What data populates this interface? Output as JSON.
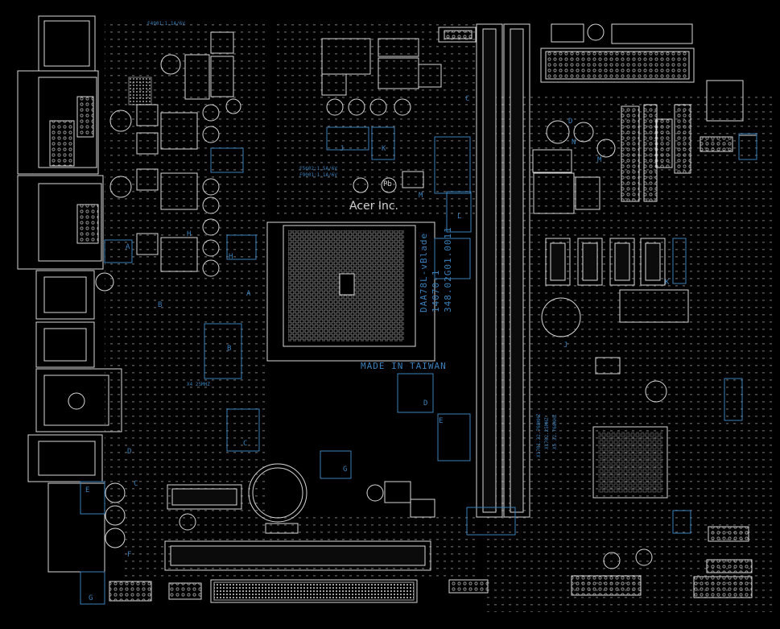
{
  "labels": {
    "fuse_top": "F4901:1.1A/6V",
    "fuse_mid_1": "F5602:1.5A/6V",
    "fuse_mid_2": "F9001:1.1A/6V",
    "brand": "Acer Inc.",
    "board_line1": "DAA78L-vBlade",
    "board_line2": "14070-1",
    "board_line3": "348.02G01.0011",
    "made_in": "MADE IN TAIWAN",
    "xtal_main": "X4 25MHZ",
    "xtal_1": "X1701.32.768KHZ",
    "xtal_2": "X1702.25MHZ",
    "xtal_3": "X5 32.768KHZ",
    "pb_symbol": "Pb"
  },
  "zones": {
    "A": "A",
    "B": "B",
    "C": "C",
    "D": "D",
    "E": "E",
    "F": "F",
    "G": "G",
    "H": "H",
    "J": "J",
    "K": "K",
    "L": "L",
    "M": "M",
    "N": "N"
  },
  "colors": {
    "background": "#000000",
    "trace": "#d8d8d8",
    "zone": "#3a7fb8",
    "dark_fill": "#0b0b0b"
  }
}
